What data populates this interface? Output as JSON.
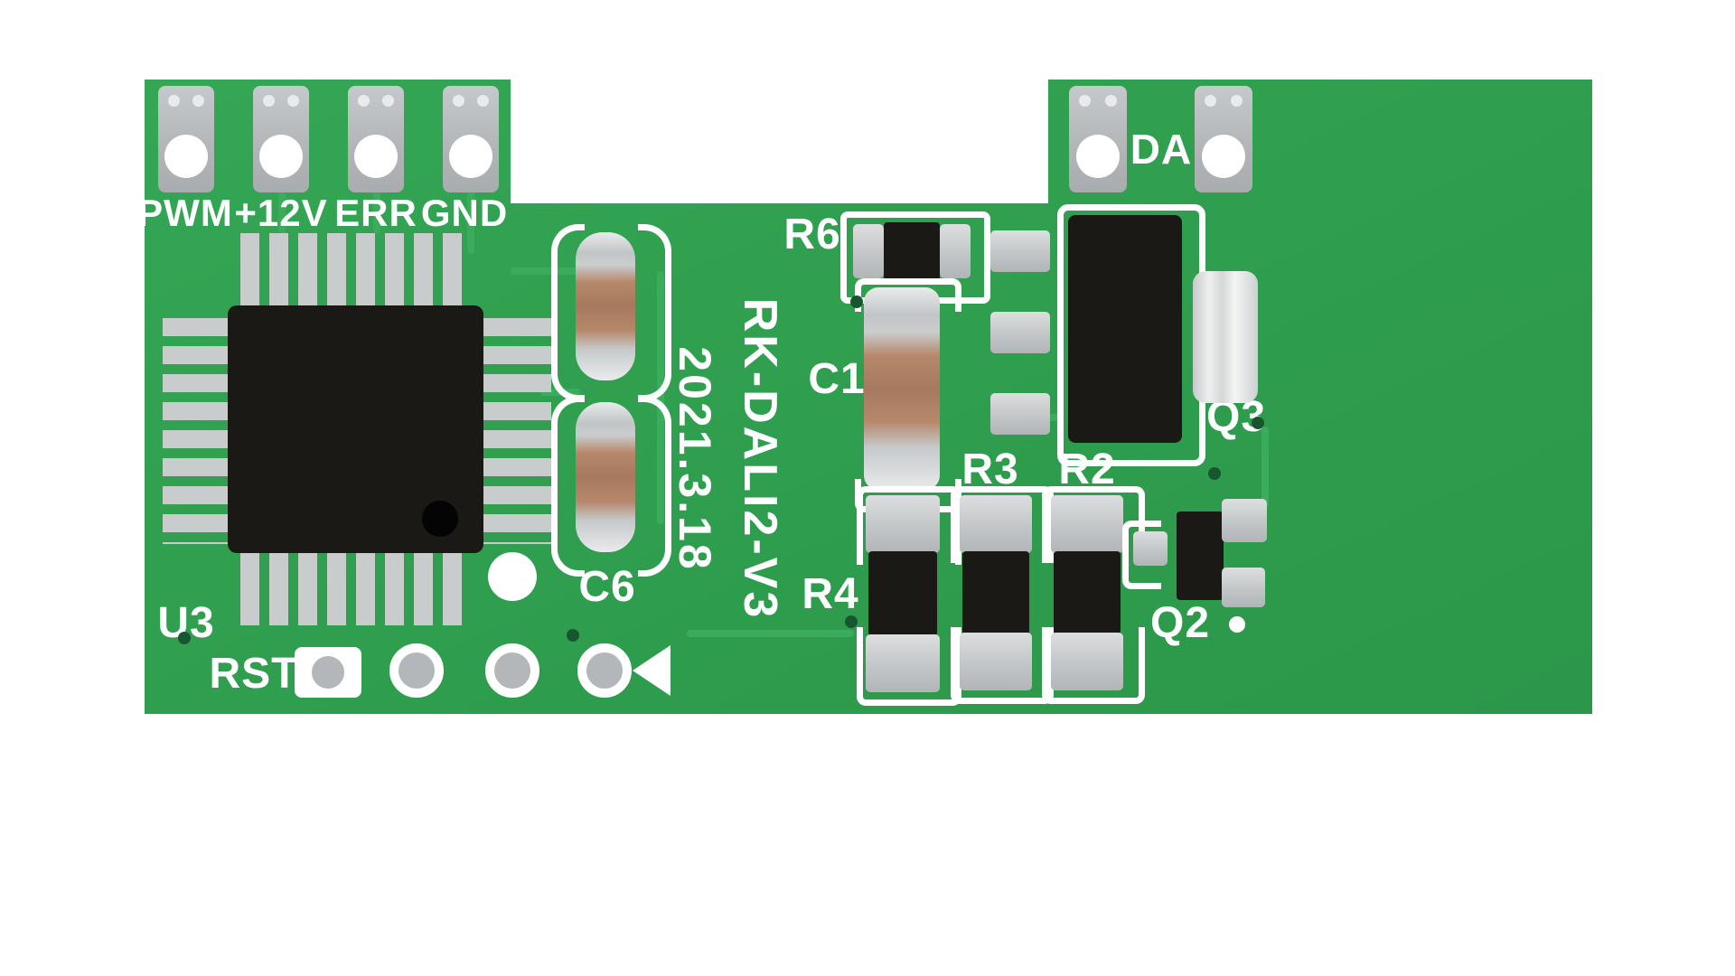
{
  "board": {
    "model_text": "RK-DALI2-V3",
    "date_text": "2021.3.18",
    "board_color": "#2f9e4e",
    "silkscreen_color": "#ffffff"
  },
  "connectors": {
    "left_labels": [
      "PWM",
      "+12V",
      "ERR",
      "GND"
    ],
    "right_label": "DA",
    "reset_label": "RST"
  },
  "designators": {
    "ic": "U3",
    "cap_c6": "C6",
    "cap_c1": "C1",
    "res_r6": "R6",
    "res_r4": "R4",
    "res_r3": "R3",
    "res_r2": "R2",
    "transistor_q3": "Q3",
    "transistor_q2": "Q2"
  },
  "colors": {
    "pad_gray": "#b4b7b9",
    "ic_black": "#1b1916",
    "capacitor_tan": "#b6876a",
    "via_dark_green": "#17562f",
    "trace_light_green": "#3bab5c"
  }
}
